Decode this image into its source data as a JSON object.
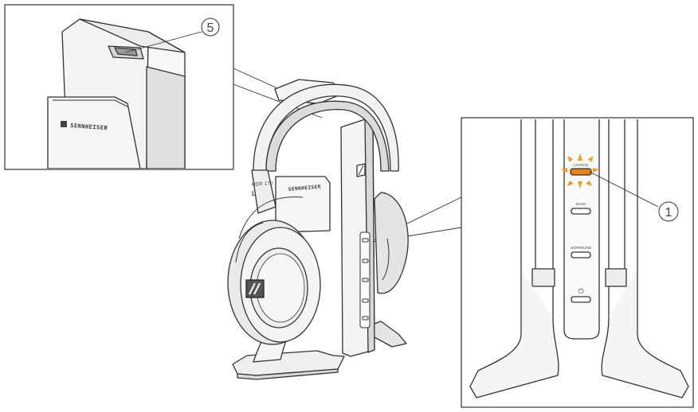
{
  "callouts": [
    {
      "number": "5"
    },
    {
      "number": "1"
    }
  ],
  "model_label": "HDR 170",
  "side_marker": "L",
  "brand_wordmark": "SENNHEISER",
  "buttons": {
    "charge": "CHARGE",
    "bass": "BASS",
    "surround": "SURROUND",
    "power_symbol": "⏻"
  },
  "colors": {
    "line": "#333333",
    "panel_fill": "#ffffff",
    "device_fill": "#f4f4f4",
    "shade": "#d9d9d9",
    "charge_glow": "#f39a1e",
    "charge_led": "#e8831a"
  }
}
